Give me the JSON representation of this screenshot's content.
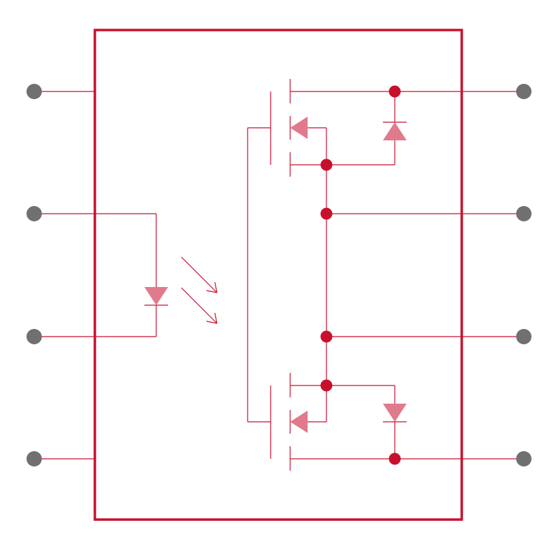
{
  "diagram": {
    "kind": "schematic-symbol",
    "component": "optocoupler-mosfet-relay",
    "colors": {
      "outline": "#c8102e",
      "device_fill": "#e07a8c",
      "junction": "#c8102e",
      "pin": "#707070",
      "background": "#ffffff"
    },
    "pins": {
      "left": [
        "pin-1",
        "pin-2",
        "pin-3",
        "pin-4"
      ],
      "right": [
        "pin-8",
        "pin-7",
        "pin-6",
        "pin-5"
      ]
    },
    "elements": [
      "body-outline",
      "input-led",
      "light-arrows",
      "upper-mosfet",
      "lower-mosfet",
      "upper-body-diode",
      "lower-body-diode"
    ]
  }
}
